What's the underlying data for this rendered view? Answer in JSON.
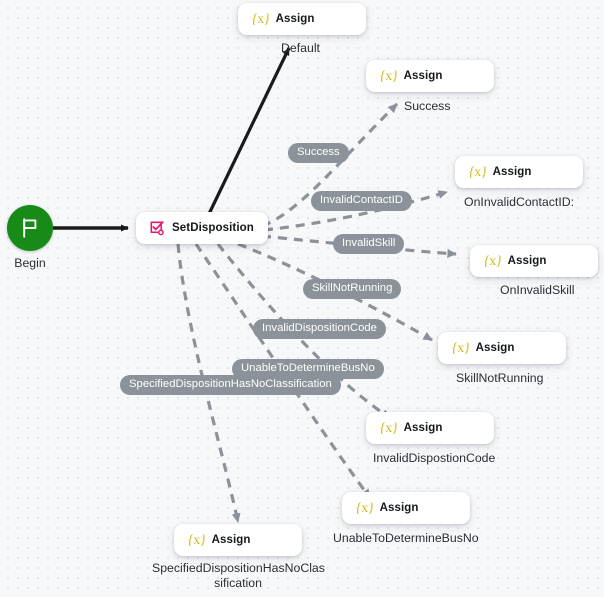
{
  "canvas": {
    "background_color": "#f7f8fa",
    "dot_color": "#e2e5ea"
  },
  "start_node": {
    "name": "Begin",
    "icon": "flag-icon",
    "color": "#188a18",
    "label": "Begin"
  },
  "action_node": {
    "title": "SetDisposition",
    "icon": "checklist-task-icon",
    "icon_color": "#e8186e"
  },
  "assign_nodes": [
    {
      "title": "Assign",
      "icon": "variable-x-icon",
      "caption": ""
    },
    {
      "title": "Assign",
      "icon": "variable-x-icon",
      "caption": "Success"
    },
    {
      "title": "Assign",
      "icon": "variable-x-icon",
      "caption": "OnInvalidContactID:"
    },
    {
      "title": "Assign",
      "icon": "variable-x-icon",
      "caption": "OnInvalidSkill"
    },
    {
      "title": "Assign",
      "icon": "variable-x-icon",
      "caption": "SkillNotRunning"
    },
    {
      "title": "Assign",
      "icon": "variable-x-icon",
      "caption": "InvalidDispostionCode"
    },
    {
      "title": "Assign",
      "icon": "variable-x-icon",
      "caption": "UnableToDetermineBusNo"
    },
    {
      "title": "Assign",
      "icon": "variable-x-icon",
      "caption": "SpecifiedDispositionHasNoClas\nsification"
    }
  ],
  "edge_labels": {
    "default": "Default",
    "success": "Success",
    "invalid_contact_id": "InvalidContactID",
    "invalid_skill": "InvalidSkill",
    "skill_not_running": "SkillNotRunning",
    "invalid_disposition_code": "InvalidDispositionCode",
    "unable_to_determine_bus_no": "UnableToDetermineBusNo",
    "specified_disposition_has_no_classification": "SpecifiedDispositionHasNoClassification"
  },
  "colors": {
    "edge": "#8b9299",
    "primary_edge": "#1a1a1a",
    "pill_bg": "#8b9299",
    "assign_icon": "#c9bb15",
    "task_icon": "#e8186e",
    "start_node": "#188a18"
  }
}
